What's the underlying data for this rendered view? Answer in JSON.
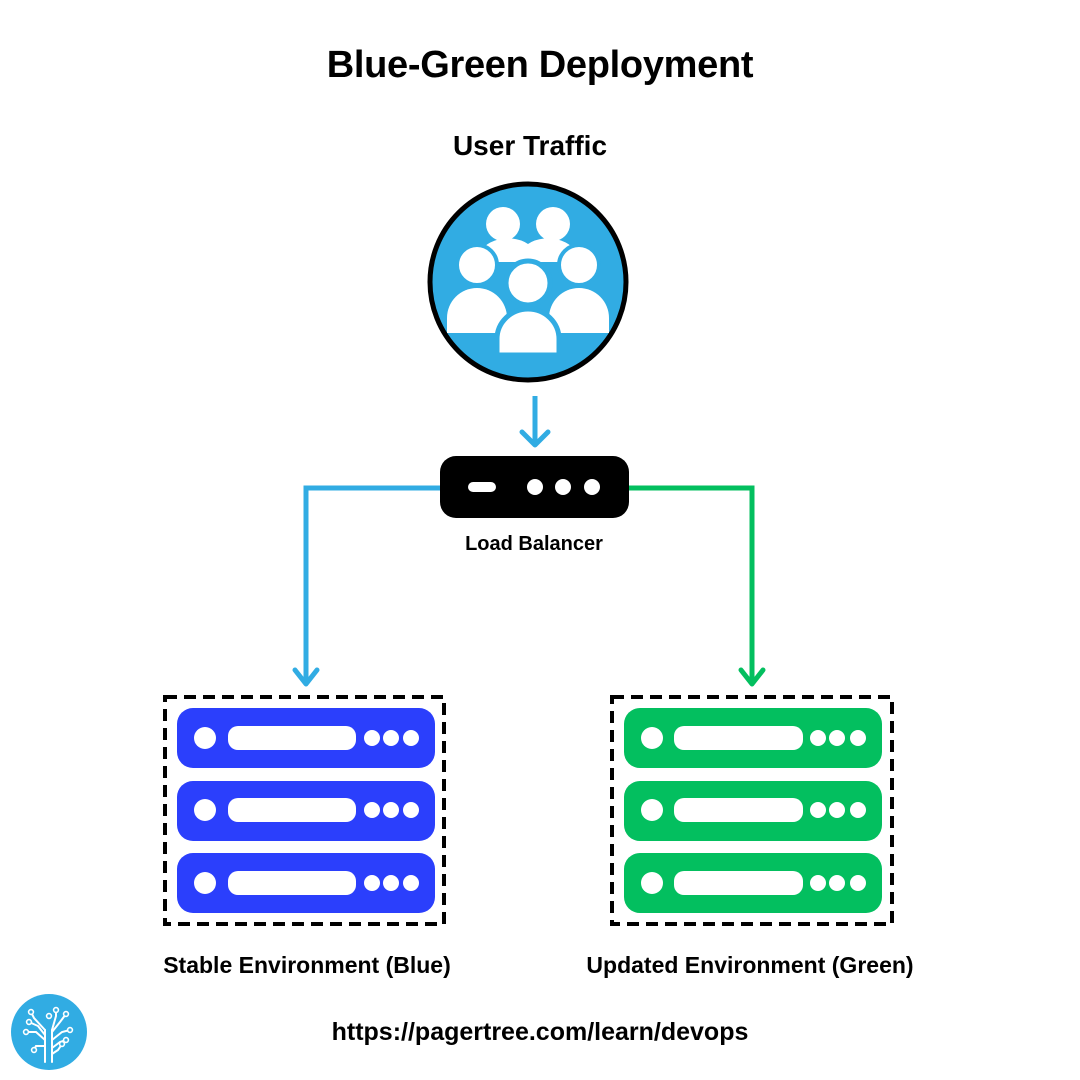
{
  "title": "Blue-Green Deployment",
  "user_traffic": {
    "label": "User Traffic",
    "icon": "users-group-icon",
    "color": "#31ACE3"
  },
  "load_balancer": {
    "label": "Load Balancer",
    "icon": "load-balancer-device-icon",
    "color": "#000000"
  },
  "environments": [
    {
      "label": "Stable Environment (Blue)",
      "color": "#2B3FFC",
      "arrow_color": "#31ACE3",
      "server_units": 3
    },
    {
      "label": "Updated Environment (Green)",
      "color": "#03BF5F",
      "arrow_color": "#03BF5F",
      "server_units": 3
    }
  ],
  "footer": {
    "url": "https://pagertree.com/learn/devops",
    "logo_icon": "pagertree-tree-logo-icon",
    "logo_color": "#31ACE3"
  }
}
